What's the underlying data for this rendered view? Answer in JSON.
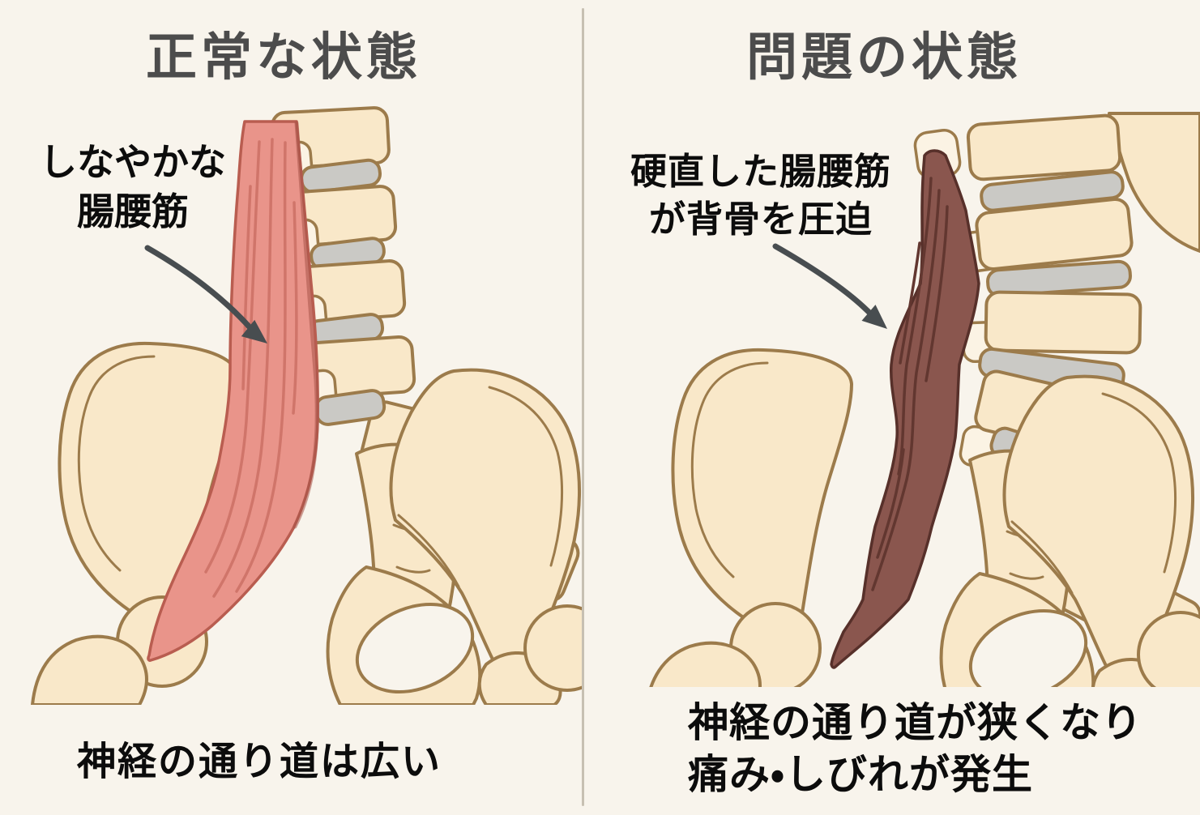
{
  "background_color": "#f8f4ec",
  "divider_color": "#c7c0b2",
  "panels": [
    {
      "id": "normal",
      "title": "正常な状態",
      "annotation_line1": "しなやかな",
      "annotation_line2": "腸腰筋",
      "caption_line1": "神経の通り道は広い",
      "muscle_name": "flexible-psoas",
      "muscle_color": "#e9948a"
    },
    {
      "id": "problem",
      "title": "問題の状態",
      "annotation_line1": "硬直した腸腰筋",
      "annotation_line2": "が背骨を圧迫",
      "caption_line1": "神経の通り道が狭くなり",
      "caption_line2": "痛み・しびれが発生",
      "muscle_name": "stiff-psoas",
      "muscle_color": "#8a564e"
    }
  ],
  "colors": {
    "title_text": "#4c4c4c",
    "body_text": "#0c0c0c",
    "bone_fill": "#f9e8c9",
    "bone_outline": "#9c7b4b",
    "disc_fill": "#cac9c5",
    "muscle_normal": "#e9948a",
    "muscle_normal_stripe": "#d0756a",
    "muscle_stiff": "#8a564e",
    "muscle_stiff_stripe": "#623730",
    "arrow": "#484d50"
  }
}
